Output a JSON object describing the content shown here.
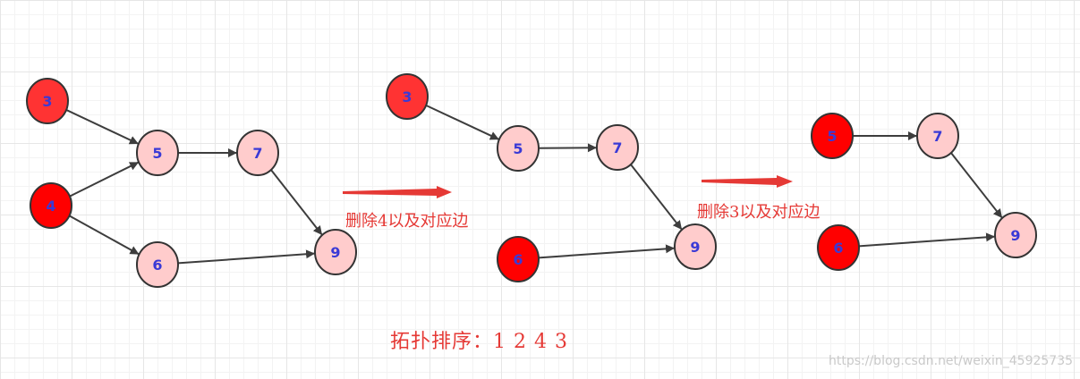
{
  "colors": {
    "source_node_dark": "#ff0000",
    "source_node": "#ff3333",
    "normal_node": "#ffcccc",
    "node_stroke": "#333333",
    "node_text": "#3a3ad6",
    "edge": "#3d3d3d",
    "red_arrow": "#e53935",
    "caption": "#e53935"
  },
  "graphs": [
    {
      "nodes": [
        {
          "id": "3",
          "label": "3",
          "style": "source"
        },
        {
          "id": "4",
          "label": "4",
          "style": "source_dark"
        },
        {
          "id": "5",
          "label": "5",
          "style": "normal"
        },
        {
          "id": "6",
          "label": "6",
          "style": "normal"
        },
        {
          "id": "7",
          "label": "7",
          "style": "normal"
        },
        {
          "id": "9",
          "label": "9",
          "style": "normal"
        }
      ],
      "edges": [
        [
          "3",
          "5"
        ],
        [
          "4",
          "5"
        ],
        [
          "4",
          "6"
        ],
        [
          "5",
          "7"
        ],
        [
          "7",
          "9"
        ],
        [
          "6",
          "9"
        ]
      ]
    },
    {
      "nodes": [
        {
          "id": "3",
          "label": "3",
          "style": "source"
        },
        {
          "id": "5",
          "label": "5",
          "style": "normal"
        },
        {
          "id": "6",
          "label": "6",
          "style": "source_dark"
        },
        {
          "id": "7",
          "label": "7",
          "style": "normal"
        },
        {
          "id": "9",
          "label": "9",
          "style": "normal"
        }
      ],
      "edges": [
        [
          "3",
          "5"
        ],
        [
          "5",
          "7"
        ],
        [
          "7",
          "9"
        ],
        [
          "6",
          "9"
        ]
      ]
    },
    {
      "nodes": [
        {
          "id": "5",
          "label": "5",
          "style": "source_dark"
        },
        {
          "id": "6",
          "label": "6",
          "style": "source_dark"
        },
        {
          "id": "7",
          "label": "7",
          "style": "normal"
        },
        {
          "id": "9",
          "label": "9",
          "style": "normal"
        }
      ],
      "edges": [
        [
          "5",
          "7"
        ],
        [
          "7",
          "9"
        ],
        [
          "6",
          "9"
        ]
      ]
    }
  ],
  "captions": {
    "step1": "删除4以及对应边",
    "step2": "删除3以及对应边",
    "topological_sort": "拓扑排序：1 2 4 3"
  },
  "watermark": "https://blog.csdn.net/weixin_45925735"
}
